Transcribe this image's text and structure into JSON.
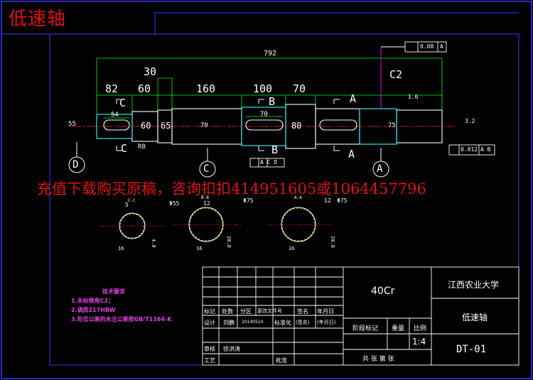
{
  "header": {
    "title": "低速轴"
  },
  "watermark": {
    "ad_text": "充值下载购买原稿，咨询扣扣414951605或1064457796"
  },
  "dimensions": {
    "total_length": "792",
    "seg_30": "30",
    "seg_82": "82",
    "seg_60": "60",
    "seg_160": "160",
    "seg_100": "100",
    "seg_70": "70",
    "dia_55": "55",
    "dia_60": "60",
    "dia_65": "65",
    "dia_70": "70",
    "dia_80": "80",
    "dia_75": "75",
    "key_54": "54",
    "key_70": "70",
    "chamfer": "C2",
    "fillet": "R8",
    "tol_runout": "0.08",
    "tol_runout_ref": "A",
    "tol_flat": "0.012",
    "tol_flat_ref": "A B",
    "tol_sym_ref": "A C D",
    "rough_16": "1.6",
    "rough_32": "3.2"
  },
  "sections": {
    "cc_label": "C-C",
    "bb_label": "B-B",
    "aa_label": "A-A",
    "dia_cc": "Φ55",
    "dia_bb": "Φ75",
    "dia_aa": "Φ75",
    "width_cc": "5",
    "width_bb": "12",
    "width_aa": "12",
    "rough": "16",
    "depth_cc": "4.0",
    "depth_bb": "20.0",
    "depth_aa": "20.0"
  },
  "section_markers": {
    "c_top": "C",
    "c_bottom": "C",
    "b_top": "B",
    "b_bottom": "B",
    "a_top": "A",
    "a_bottom": "A",
    "datum_d": "D",
    "datum_c": "C",
    "datum_a": "A"
  },
  "tech_notes": {
    "heading": "技术要求",
    "items": [
      "1.未标倒角C2；",
      "2.调质217HBW",
      "3.形位公差的未注公差按GB/T1184-K"
    ]
  },
  "title_block": {
    "material": "40Cr",
    "school": "江西农业大学",
    "part_name": "低速轴",
    "drawing_no": "DT-01",
    "scale_label": "比例",
    "scale_value": "1:4",
    "weight_label": "重量",
    "stage_label": "阶段标记",
    "sheets_text": "共  张  第  张",
    "row_labels": [
      "标记",
      "处数",
      "分区",
      "更改文件号",
      "签名",
      "年月日"
    ],
    "design_row": [
      "设计",
      "刘鹏",
      "20140510",
      "标准化",
      "(签名)",
      "(年月日)"
    ],
    "review_label": "审核",
    "review_name": "徐洪涛",
    "approve_label": "批准",
    "process_label": "工艺"
  },
  "colors": {
    "frame": "#3a3aff",
    "yellow": "#ffff00",
    "cyan": "#00ffff",
    "magenta": "#ff00ff",
    "white": "#ffffff",
    "green": "#00ff00",
    "red": "#ff2020"
  }
}
